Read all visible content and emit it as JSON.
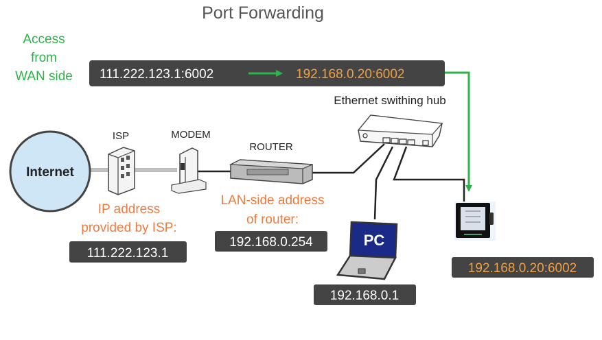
{
  "title": "Port Forwarding",
  "wan_access_label": [
    "Access",
    "from",
    "WAN side"
  ],
  "forwarding_rule": {
    "external": "111.222.123.1:6002",
    "internal": "192.168.0.20:6002"
  },
  "nodes": {
    "internet": {
      "label": "Internet"
    },
    "isp": {
      "label": "ISP",
      "caption": [
        "IP address",
        "provided by ISP:"
      ],
      "address": "111.222.123.1"
    },
    "modem": {
      "label": "MODEM"
    },
    "router": {
      "label": "ROUTER",
      "caption": [
        "LAN-side address",
        "of router:"
      ],
      "address": "192.168.0.254"
    },
    "hub": {
      "label": "Ethernet swithing hub"
    },
    "pc": {
      "label": "PC",
      "address": "192.168.0.1"
    },
    "device": {
      "address": "192.168.0.20:6002"
    }
  },
  "colors": {
    "green": "#2db34a",
    "orange": "#f07a3c",
    "box": "#444444",
    "internet_fill": "#cfe6f7",
    "pc_screen": "#1a2a86"
  }
}
